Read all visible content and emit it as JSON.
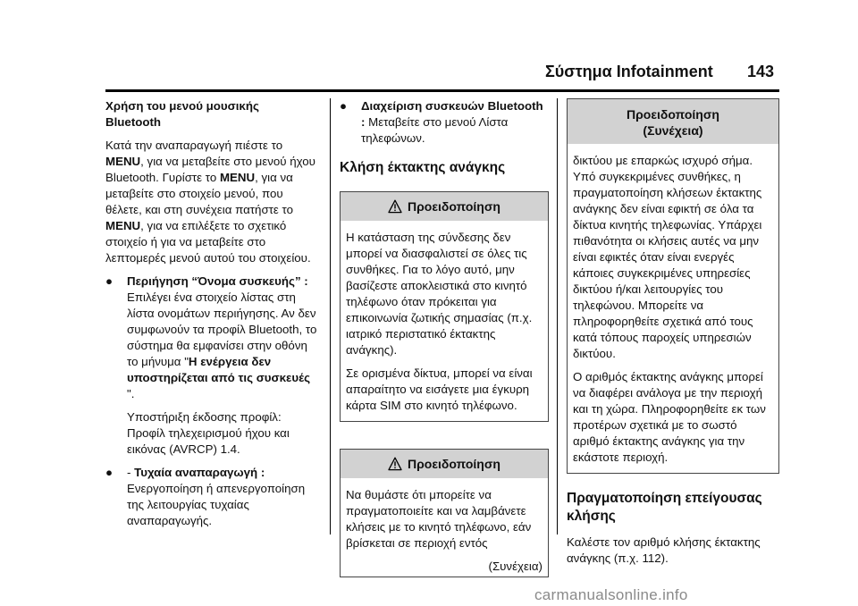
{
  "header": {
    "title": "Σύστημα Infotainment",
    "page_number": "143"
  },
  "col1": {
    "heading_line1": "Χρήση του μενού μουσικής",
    "heading_line2": "Bluetooth",
    "para": {
      "a": "Κατά την αναπαραγωγή πιέστε το ",
      "b": "MENU",
      "c": ", για να μεταβείτε στο μενού ήχου Bluetooth. Γυρίστε το ",
      "d": "MENU",
      "e": ", για να μεταβείτε στο στοιχείο μενού, που θέλετε, και στη συνέχεια πατήστε το ",
      "f": "MENU",
      "g": ", για να επιλέξετε το σχετικό στοιχείο ή για να μεταβείτε στο λεπτομερές μενού αυτού του στοιχείου."
    },
    "bullet1": {
      "marker": "●",
      "bold": "Περιήγηση “Όνομα συσκευής” :",
      "text": " Επιλέγει ένα στοιχείο λίστας στη λίστα ονομάτων περιήγησης. Αν δεν συμφωνούν τα προφίλ Bluetooth, το σύστημα θα εμφανίσει στην οθόνη το μήνυμα ",
      "quote_open": "\"",
      "msg": "Η ενέργεια δεν υποστηρίζεται από τις συσκευές",
      "quote_close": " \".",
      "extra": "Υποστήριξη έκδοσης προφίλ: Προφίλ τηλεχειρισμού ήχου και εικόνας (AVRCP) 1.4."
    },
    "bullet2": {
      "marker": "●",
      "dash": "- ",
      "bold": "Τυχαία αναπαραγωγή :",
      "text": " Ενεργοποίηση ή απενεργοποίηση της λειτουργίας τυχαίας αναπαραγωγής."
    }
  },
  "col2": {
    "bullet": {
      "marker": "●",
      "bold": "Διαχείριση συσκευών Bluetooth :",
      "text": " Μεταβείτε στο μενού Λίστα τηλεφώνων."
    },
    "section_heading": "Κλήση έκτακτης ανάγκης",
    "warning1": {
      "title": "Προειδοποίηση",
      "p1": "Η κατάσταση της σύνδεσης δεν μπορεί να διασφαλιστεί σε όλες τις συνθήκες. Για το λόγο αυτό, μην βασίζεστε αποκλειστικά στο κινητό τηλέφωνο όταν πρόκειται για επικοινωνία ζωτικής σημασίας (π.χ. ιατρικό περιστατικό έκτακτης ανάγκης).",
      "p2": "Σε ορισμένα δίκτυα, μπορεί να είναι απαραίτητο να εισάγετε μια έγκυρη κάρτα SIM στο κινητό τηλέφωνο."
    },
    "warning2": {
      "title": "Προειδοποίηση",
      "p1": "Να θυμάστε ότι μπορείτε να πραγματοποιείτε και να λαμβάνετε κλήσεις με το κινητό τηλέφωνο, εάν βρίσκεται σε περιοχή εντός",
      "continued": "(Συνέχεια)"
    }
  },
  "col3": {
    "warning": {
      "title_line1": "Προειδοποίηση",
      "title_line2": "(Συνέχεια)",
      "p1": "δικτύου με επαρκώς ισχυρό σήμα. Υπό συγκεκριμένες συνθήκες, η πραγματοποίηση κλήσεων έκτακτης ανάγκης δεν είναι εφικτή σε όλα τα δίκτυα κινητής τηλεφωνίας. Υπάρχει πιθανότητα οι κλήσεις αυτές να μην είναι εφικτές όταν είναι ενεργές κάποιες συγκεκριμένες υπηρεσίες δικτύου ή/και λειτουργίες του τηλεφώνου. Μπορείτε να πληροφορηθείτε σχετικά από τους κατά τόπους παροχείς υπηρεσιών δικτύου.",
      "p2": "Ο αριθμός έκτακτης ανάγκης μπορεί να διαφέρει ανάλογα με την περιοχή και τη χώρα. Πληροφορηθείτε εκ των προτέρων σχετικά με το σωστό αριθμό έκτακτης ανάγκης για την εκάστοτε περιοχή."
    },
    "section_heading": "Πραγματοποίηση επείγουσας κλήσης",
    "para": "Καλέστε τον αριθμό κλήσης έκτακτης ανάγκης (π.χ. 112)."
  },
  "watermark": "carmanualsonline.info"
}
